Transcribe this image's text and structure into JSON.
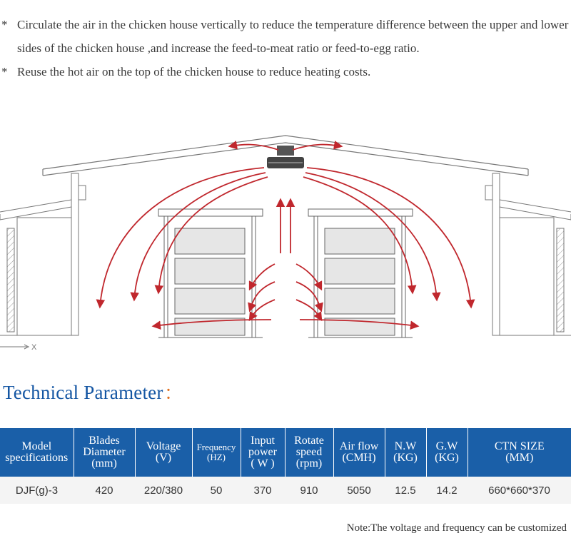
{
  "bullets": [
    {
      "star": "*",
      "text": "Circulate the air in the chicken house vertically to reduce the temperature difference between the upper and lower sides of the chicken house ,and increase the feed-to-meat ratio or feed-to-egg ratio."
    },
    {
      "star": "*",
      "text": "Reuse the hot air on the top of the chicken house to reduce heating costs."
    }
  ],
  "diagram": {
    "axis_label": "X"
  },
  "technical": {
    "title": "Technical Parameter",
    "colon": "："
  },
  "table": {
    "headers": [
      [
        "Model",
        "specifications"
      ],
      [
        "Blades",
        "Diameter",
        "(mm)"
      ],
      [
        "Voltage",
        "(V)"
      ],
      [
        "Frequency",
        "(HZ)"
      ],
      [
        "Input",
        "power",
        "( W )"
      ],
      [
        "Rotate",
        "speed",
        "(rpm)"
      ],
      [
        "Air flow",
        "(CMH)"
      ],
      [
        "N.W",
        "(KG)"
      ],
      [
        "G.W",
        "(KG)"
      ],
      [
        "CTN SIZE",
        "(MM)"
      ]
    ],
    "rows": [
      [
        "DJF(g)-3",
        "420",
        "220/380",
        "50",
        "370",
        "910",
        "5050",
        "12.5",
        "14.2",
        "660*660*370"
      ]
    ]
  },
  "note": "Note:The voltage and frequency can be customized",
  "colors": {
    "header_bg": "#1a5fa8",
    "title": "#1456a3",
    "arrow": "#c0272d",
    "colon": "#e07020"
  }
}
